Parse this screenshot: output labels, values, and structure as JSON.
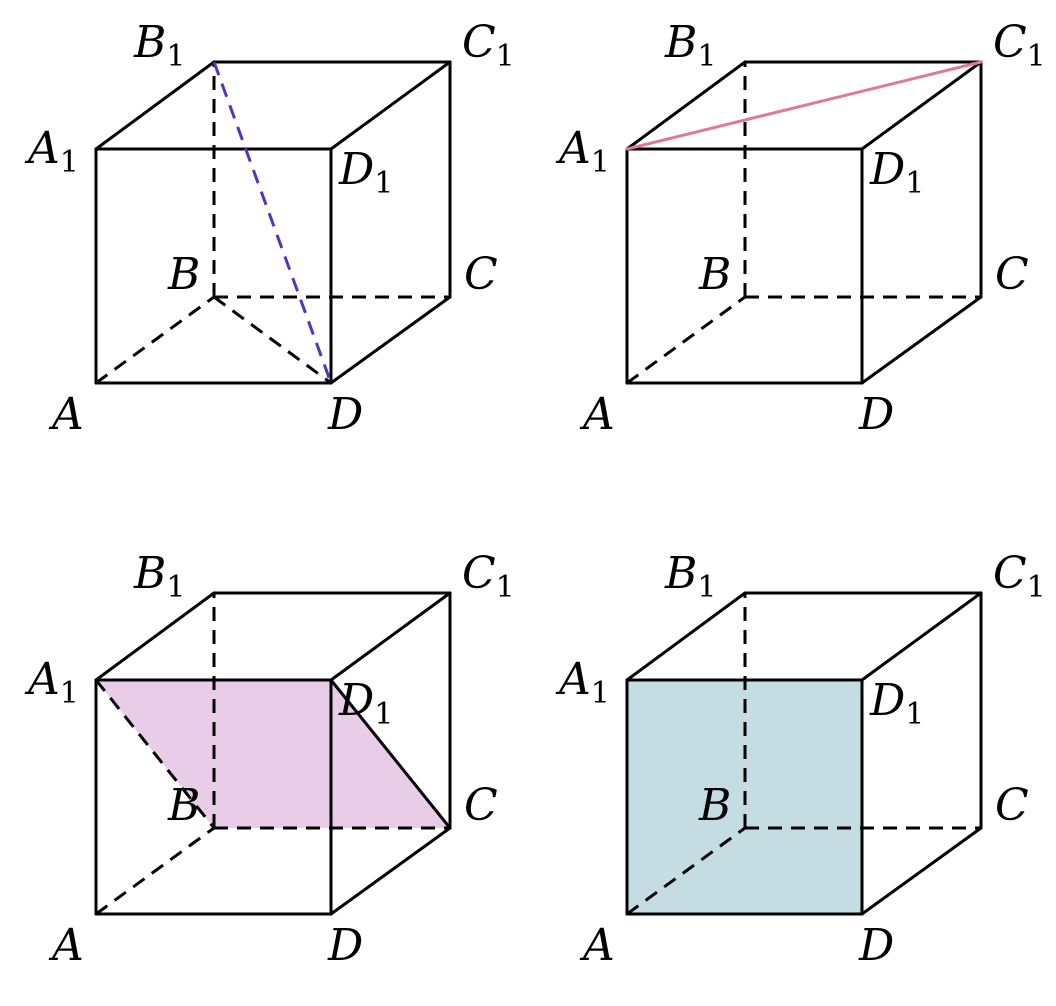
{
  "colors": {
    "edge": "#000000",
    "diagonal_B1D": "#5533bb",
    "diagonal_A1C1": "#e07898",
    "plane_A1D1CB": "#e8cce8",
    "face_AA1D1D": "#c4dde3"
  },
  "panels": [
    {
      "labels": {
        "A": {
          "main": "A",
          "sub": ""
        },
        "B": {
          "main": "B",
          "sub": ""
        },
        "C": {
          "main": "C",
          "sub": ""
        },
        "D": {
          "main": "D",
          "sub": ""
        },
        "A1": {
          "main": "A",
          "sub": "1"
        },
        "B1": {
          "main": "B",
          "sub": "1"
        },
        "C1": {
          "main": "C",
          "sub": "1"
        },
        "D1": {
          "main": "D",
          "sub": "1"
        }
      },
      "highlight": {
        "kind": "segment",
        "from": "B1",
        "to": "D",
        "style": "dashed",
        "color_key": "diagonal_B1D"
      },
      "extra_hidden_edges": [
        [
          "B",
          "D"
        ]
      ]
    },
    {
      "labels": {
        "A": {
          "main": "A",
          "sub": ""
        },
        "B": {
          "main": "B",
          "sub": ""
        },
        "C": {
          "main": "C",
          "sub": ""
        },
        "D": {
          "main": "D",
          "sub": ""
        },
        "A1": {
          "main": "A",
          "sub": "1"
        },
        "B1": {
          "main": "B",
          "sub": "1"
        },
        "C1": {
          "main": "C",
          "sub": "1"
        },
        "D1": {
          "main": "D",
          "sub": "1"
        }
      },
      "highlight": {
        "kind": "segment",
        "from": "A1",
        "to": "C1",
        "style": "solid",
        "color_key": "diagonal_A1C1"
      },
      "extra_hidden_edges": []
    },
    {
      "labels": {
        "A": {
          "main": "A",
          "sub": ""
        },
        "B": {
          "main": "B",
          "sub": ""
        },
        "C": {
          "main": "C",
          "sub": ""
        },
        "D": {
          "main": "D",
          "sub": ""
        },
        "A1": {
          "main": "A",
          "sub": "1"
        },
        "B1": {
          "main": "B",
          "sub": "1"
        },
        "C1": {
          "main": "C",
          "sub": "1"
        },
        "D1": {
          "main": "D",
          "sub": "1"
        }
      },
      "highlight": {
        "kind": "polygon",
        "vertices": [
          "A1",
          "D1",
          "C",
          "B"
        ],
        "color_key": "plane_A1D1CB"
      },
      "extra_hidden_edges": [
        [
          "A1",
          "B"
        ]
      ],
      "extra_visible_edges": [
        [
          "D1",
          "C"
        ]
      ]
    },
    {
      "labels": {
        "A": {
          "main": "A",
          "sub": ""
        },
        "B": {
          "main": "B",
          "sub": ""
        },
        "C": {
          "main": "C",
          "sub": ""
        },
        "D": {
          "main": "D",
          "sub": ""
        },
        "A1": {
          "main": "A",
          "sub": "1"
        },
        "B1": {
          "main": "B",
          "sub": "1"
        },
        "C1": {
          "main": "C",
          "sub": "1"
        },
        "D1": {
          "main": "D",
          "sub": "1"
        }
      },
      "highlight": {
        "kind": "polygon",
        "vertices": [
          "A",
          "D",
          "D1",
          "A1"
        ],
        "color_key": "face_AA1D1D"
      },
      "extra_hidden_edges": []
    }
  ]
}
